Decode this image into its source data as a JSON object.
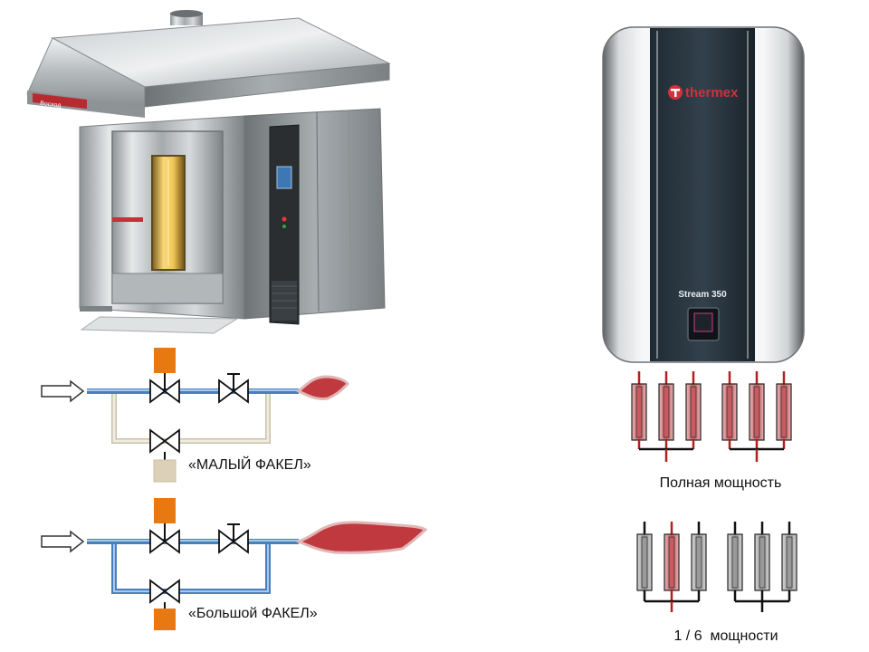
{
  "oven": {
    "brand_plate": "Восход"
  },
  "heater": {
    "brand": "thermex",
    "model": "Stream 350"
  },
  "schemes": {
    "small_flame_label": "«МАЛЫЙ ФАКЕЛ»",
    "big_flame_label": "«Большой ФАКЕЛ»"
  },
  "power_modes": {
    "full_label": "Полная мощность",
    "partial_label": "1 / 6  мощности",
    "full_pattern": [
      1,
      1,
      1,
      1,
      1,
      1
    ],
    "partial_pattern": [
      0,
      1,
      0,
      0,
      0,
      0
    ]
  },
  "colors": {
    "pipe": "#5b8fc7",
    "pipe_off": "#ddd6c2",
    "flame": "#c0393f",
    "actuator_on": "#e87812",
    "actuator_off": "#ddd0b8",
    "element_on": "#c75b60",
    "element_off": "#9a9a9a",
    "wire_on": "#b32020",
    "wire_off": "#111111"
  }
}
